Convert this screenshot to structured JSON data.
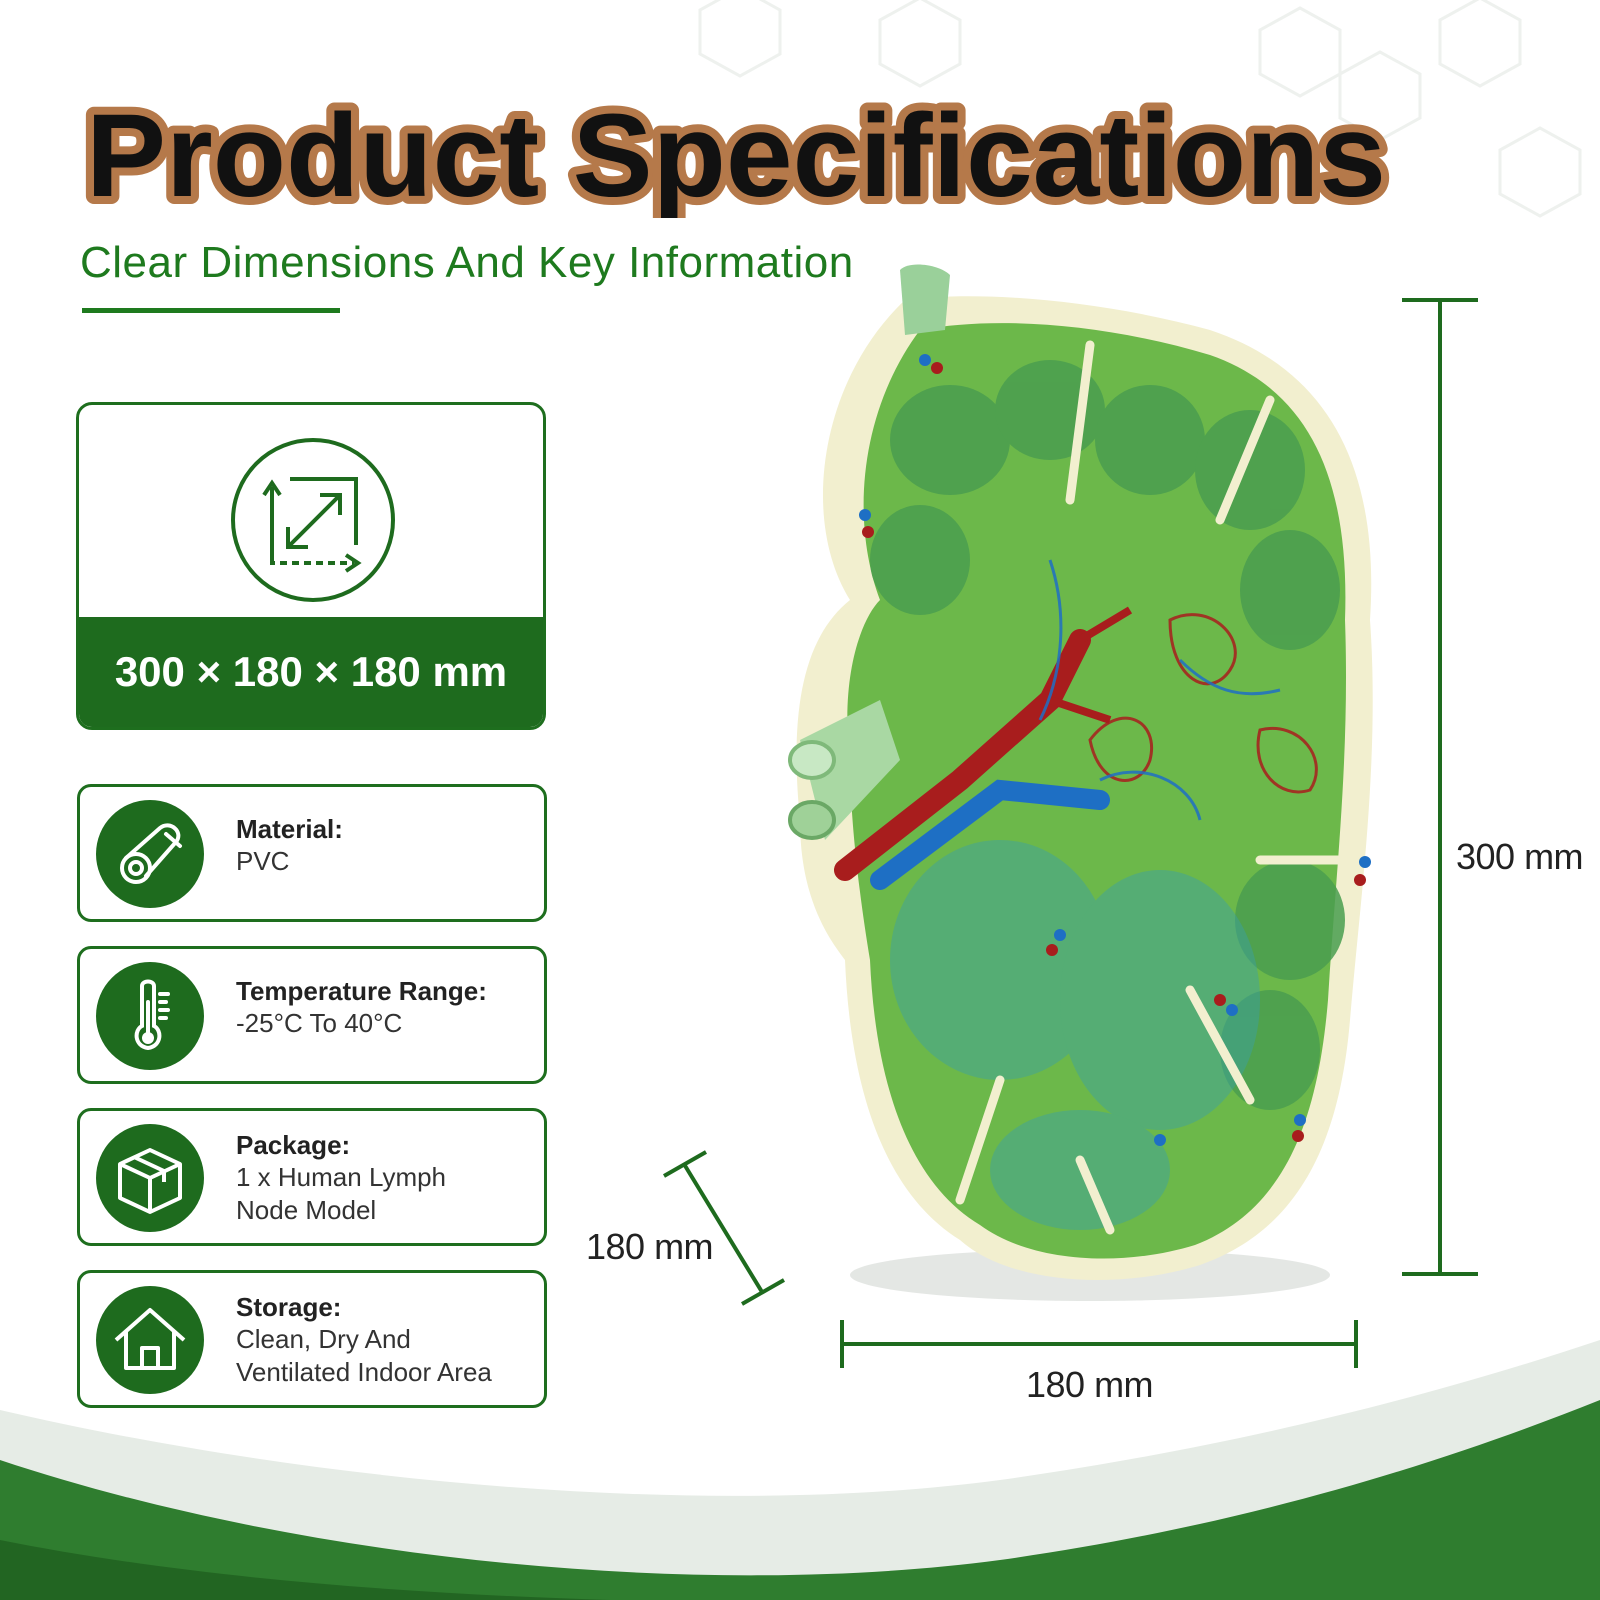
{
  "header": {
    "title": "Product Specifications",
    "subtitle": "Clear Dimensions And Key Information"
  },
  "dimensions_card": {
    "icon": "resize-icon",
    "value": "300 × 180 × 180 mm"
  },
  "specs": [
    {
      "icon": "material-roll-icon",
      "label": "Material:",
      "value_lines": [
        "PVC"
      ]
    },
    {
      "icon": "thermometer-icon",
      "label": "Temperature Range:",
      "value_lines": [
        "-25°C To 40°C"
      ]
    },
    {
      "icon": "package-box-icon",
      "label": "Package:",
      "value_lines": [
        "1 x Human Lymph",
        "Node Model"
      ]
    },
    {
      "icon": "home-icon",
      "label": "Storage:",
      "value_lines": [
        "Clean, Dry And",
        "Ventilated Indoor Area"
      ]
    }
  ],
  "measurements": {
    "height": "300 mm",
    "depth": "180 mm",
    "width": "180 mm"
  },
  "colors": {
    "brand_green": "#1e6b1e",
    "accent_green": "#1e7a1e",
    "title_outline": "#b5794a"
  }
}
